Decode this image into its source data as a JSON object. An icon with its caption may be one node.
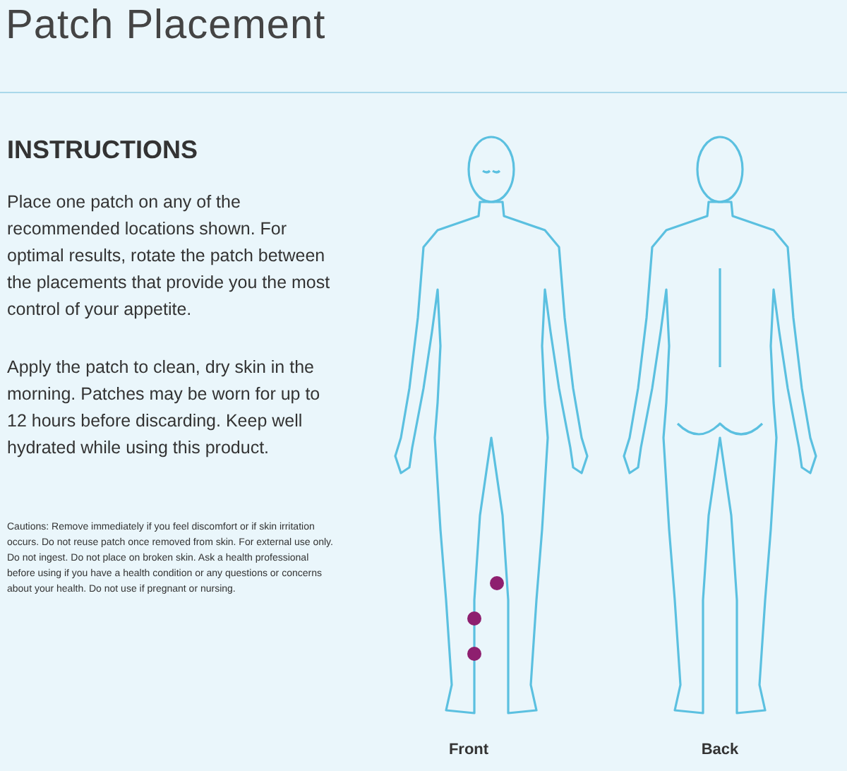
{
  "diagram": {
    "title": "Patch Placement",
    "labels": [
      "INSTRUCTIONS",
      "Place one patch on any of the recommended locations shown. For optimal results, rotate the patch between the placements that provide you the most control of your appetite.",
      "Apply the patch to clean, dry skin in the morning. Patches may be worn for up to 12 hours before discarding. Keep well hydrated while using this product.",
      "Cautions: Remove immediately if you feel discomfort or if skin irritation occurs. Do not reuse patch once removed from skin. For external use only. Do not ingest. Do not place on broken skin. Ask a health professional before using if you have a health condition or any questions or concerns about your health. Do not use if pregnant or nursing.",
      "Front",
      "Back"
    ]
  }
}
